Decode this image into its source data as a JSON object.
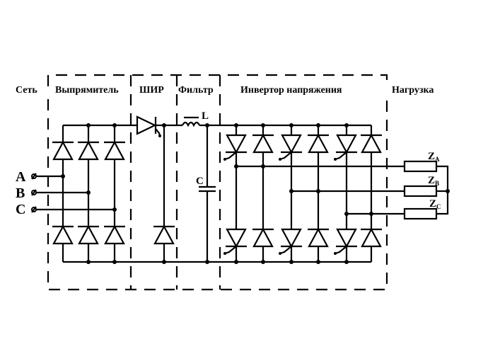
{
  "diagram": {
    "sections": [
      {
        "id": "grid",
        "label": "Сеть"
      },
      {
        "id": "rectifier",
        "label": "Выпрямитель"
      },
      {
        "id": "pwm",
        "label": "ШИР"
      },
      {
        "id": "filter",
        "label": "Фильтр"
      },
      {
        "id": "inverter",
        "label": "Инвертор напряжения"
      },
      {
        "id": "load",
        "label": "Нагрузка"
      }
    ],
    "phases": [
      "A",
      "B",
      "C"
    ],
    "components": {
      "inductor": "L",
      "capacitor": "C"
    },
    "loads": [
      {
        "label": "Z",
        "sub": "A"
      },
      {
        "label": "Z",
        "sub": "B"
      },
      {
        "label": "Z",
        "sub": "C"
      }
    ]
  }
}
